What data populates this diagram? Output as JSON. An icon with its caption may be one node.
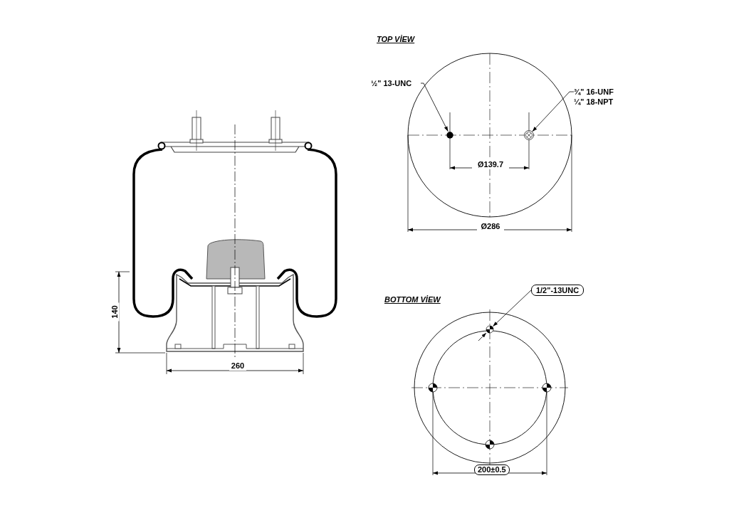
{
  "diagram": {
    "nodes": [
      {
        "text": [
          "½\" 13-UNC"
        ]
      },
      {
        "text": [],
        "shape": "circle"
      },
      {
        "text": [
          "¾\" 16-UNF",
          "¼\" 18-NPT"
        ]
      },
      {
        "text": [],
        "shape": "circle"
      },
      {
        "text": [
          "1/2\"-13UNC"
        ]
      },
      {
        "text": [],
        "shape": "circle"
      }
    ],
    "edges": [
      {
        "from": 0,
        "to": 1,
        "arrow": "to"
      },
      {
        "from": 2,
        "to": 3,
        "arrow": "to"
      },
      {
        "from": 4,
        "to": 5,
        "arrow": "to"
      }
    ],
    "labels": [
      "TOP VİEW",
      "Ø139.7",
      "Ø286",
      "BOTTOM VİEW",
      "140",
      "260",
      "200±0.5"
    ]
  }
}
